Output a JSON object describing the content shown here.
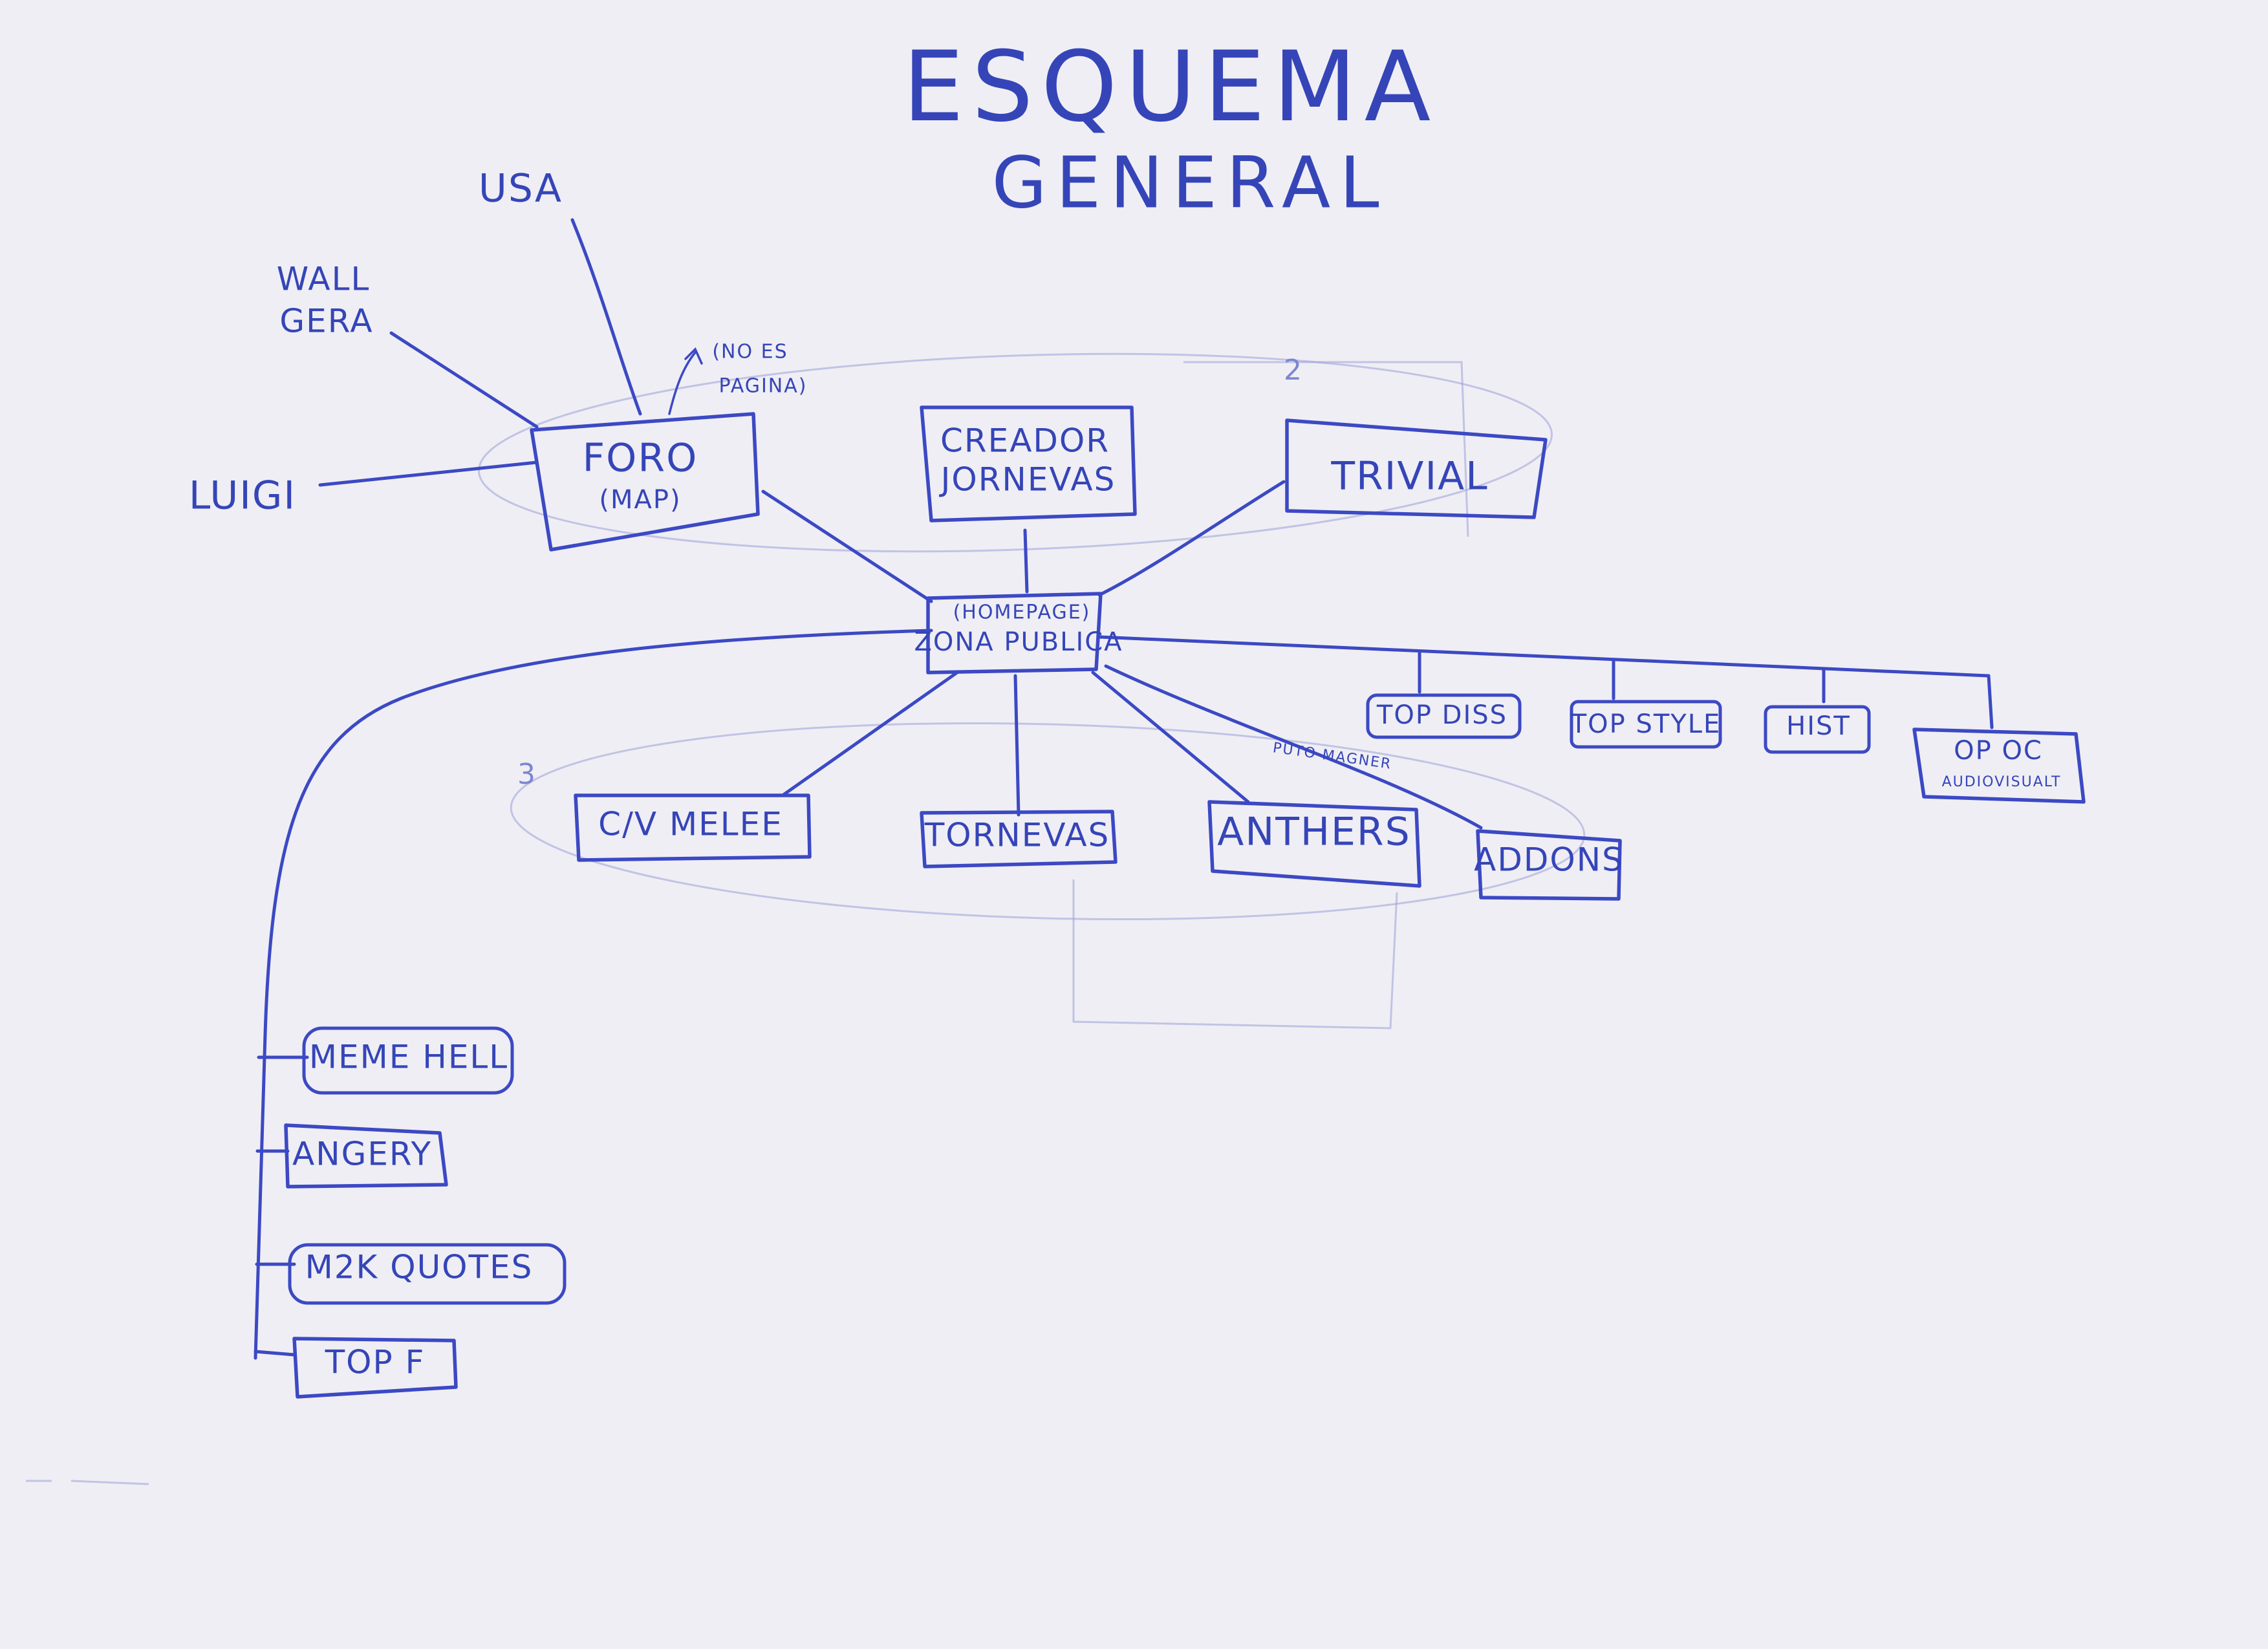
{
  "title": "ESQUEMA",
  "subtitle": "GENERAL",
  "numbers": [
    "2",
    "3"
  ],
  "nodes": {
    "usa": "USA",
    "wall": "WALL",
    "gera": "GERA",
    "luigi": "LUIGI",
    "foro": "FORO",
    "foro_map": "(MAP)",
    "no_es_1": "(NO ES",
    "no_es_2": "PAGINA)",
    "creador_1": "CREADOR",
    "creador_2": "JORNEVAS",
    "trivial": "TRIVIAL",
    "homepage": "(HOMEPAGE)",
    "zona_publica": "ZONA PUBLICA",
    "top_diss": "TOP DISS",
    "top_style": "TOP STYLE",
    "hist": "HIST",
    "op_oc": "OP OC",
    "audiovisual": "AUDIOVISUALT",
    "civ_melee": "C/V MELEE",
    "tornevas": "TORNEVAS",
    "anthers": "ANTHERS",
    "addons": "ADDONS",
    "puto_magner": "PUTO MAGNER",
    "meme_hell": "MEME HELL",
    "angery": "ANGERY",
    "m2k_quotes": "M2K QUOTES",
    "top_f": "TOP F"
  },
  "ink_color": "#3c49c4",
  "paper_color": "#efeef4"
}
